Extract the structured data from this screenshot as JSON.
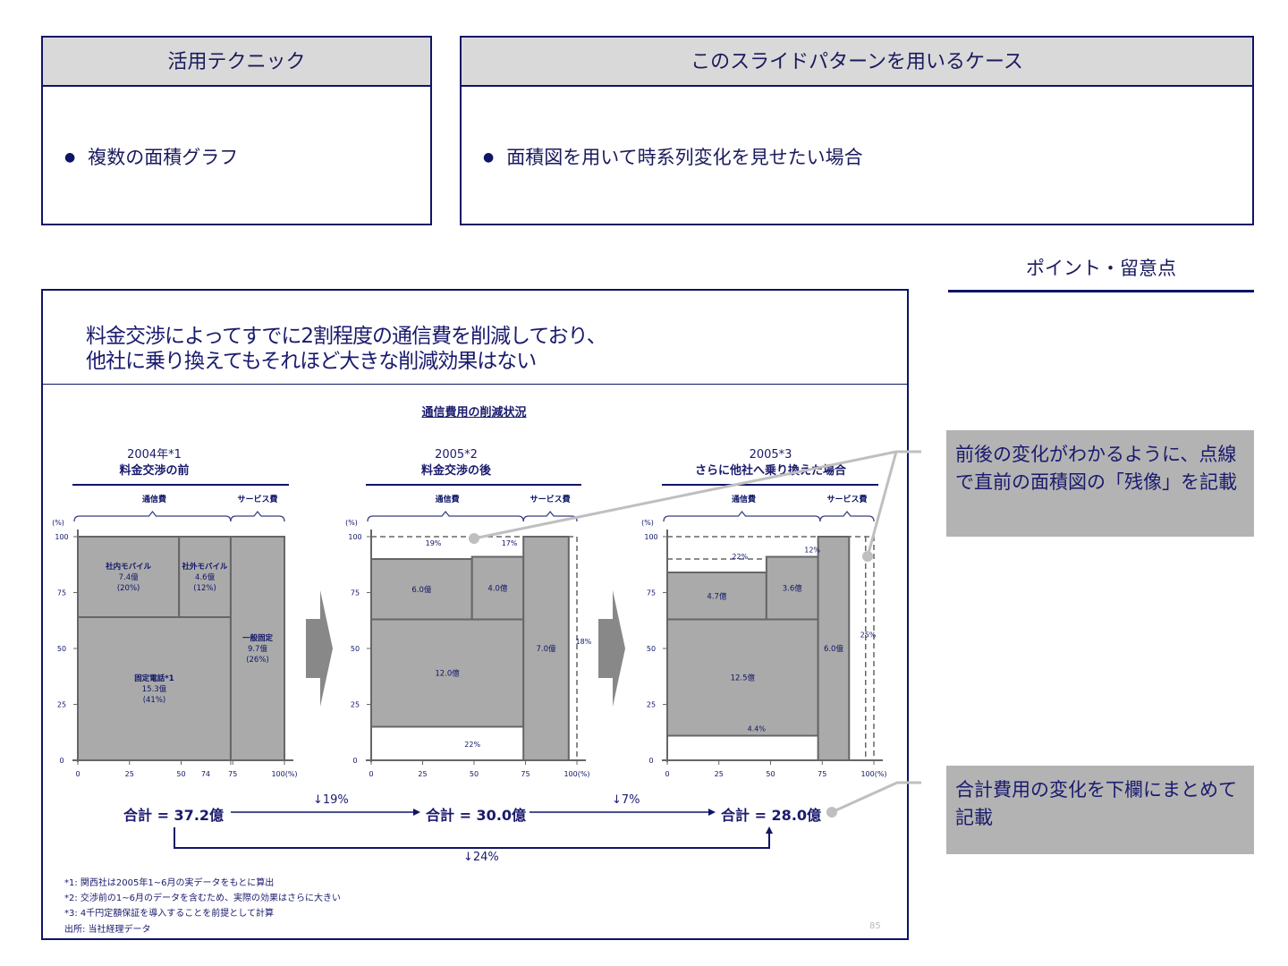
{
  "top_left": {
    "header": "活用テクニック",
    "bullet": "複数の面積グラフ"
  },
  "top_right": {
    "header": "このスライドパターンを用いるケース",
    "bullet": "面積図を用いて時系列変化を見せたい場合"
  },
  "points": {
    "title": "ポイント・留意点",
    "notes": [
      "前後の変化がわかるように、点線で直前の面積図の「残像」を記載",
      "合計費用の変化を下欄にまとめて記載"
    ]
  },
  "slide": {
    "title_line1": "料金交渉によってすでに2割程度の通信費を削減しており、",
    "title_line2": "他社に乗り換えてもそれほど大きな削減効果はない",
    "chart_heading": "通信費用の削減状況",
    "group_labels": [
      "通信費",
      "サービス費"
    ],
    "page_number": "85",
    "totals": [
      "合計 = 37.2億",
      "合計 = 30.0億",
      "合計 = 28.0億"
    ],
    "changes": [
      "↓19%",
      "↓7%",
      "↓24%"
    ],
    "footnotes": [
      "*1: 関西社は2005年1~6月の実データをもとに算出",
      "*2: 交渉前の1~6月のデータを含むため、実際の効果はさらに大きい",
      "*3: 4千円定額保証を導入することを前提として計算",
      "出所: 当社経理データ"
    ]
  },
  "chart_data": [
    {
      "type": "area",
      "title_line1": "2004年*1",
      "title_line2": "料金交渉の前",
      "ylabel": "(%)",
      "xlabel": "(%)",
      "xlim": [
        0,
        100
      ],
      "ylim": [
        0,
        100
      ],
      "xticks": [
        "0",
        "25",
        "50",
        "74",
        "75",
        "100"
      ],
      "yticks": [
        "0",
        "25",
        "50",
        "75",
        "100"
      ],
      "segments": [
        {
          "label": "固定電話*1",
          "value": "15.3億",
          "share": "(41%)",
          "x": [
            0,
            74
          ],
          "y": [
            0,
            64
          ]
        },
        {
          "label": "社内モバイル",
          "value": "7.4億",
          "share": "(20%)",
          "x": [
            0,
            49
          ],
          "y": [
            64,
            100
          ]
        },
        {
          "label": "社外モバイル",
          "value": "4.6億",
          "share": "(12%)",
          "x": [
            49,
            74
          ],
          "y": [
            64,
            100
          ]
        },
        {
          "label": "一般固定",
          "value": "9.7億",
          "share": "(26%)",
          "x": [
            74,
            100
          ],
          "y": [
            0,
            100
          ]
        }
      ]
    },
    {
      "type": "area",
      "title_line1": "2005*2",
      "title_line2": "料金交渉の後",
      "ylabel": "(%)",
      "xlabel": "(%)",
      "xlim": [
        0,
        100
      ],
      "ylim": [
        0,
        100
      ],
      "xticks": [
        "0",
        "25",
        "50",
        "75",
        "100"
      ],
      "yticks": [
        "0",
        "25",
        "50",
        "75",
        "100"
      ],
      "segments": [
        {
          "value": "12.0億",
          "x": [
            0,
            74
          ],
          "y": [
            15,
            63
          ]
        },
        {
          "value": "6.0億",
          "x": [
            0,
            49
          ],
          "y": [
            63,
            90
          ]
        },
        {
          "value": "4.0億",
          "x": [
            49,
            74
          ],
          "y": [
            63,
            91
          ]
        },
        {
          "value": "7.0億",
          "x": [
            74,
            96
          ],
          "y": [
            0,
            100
          ]
        }
      ],
      "reductions": [
        "19%",
        "17%",
        "22%",
        "18%"
      ]
    },
    {
      "type": "area",
      "title_line1": "2005*3",
      "title_line2": "さらに他社へ乗り換えた場合",
      "ylabel": "(%)",
      "xlabel": "(%)",
      "xlim": [
        0,
        100
      ],
      "ylim": [
        0,
        100
      ],
      "xticks": [
        "0",
        "25",
        "50",
        "75",
        "100"
      ],
      "yticks": [
        "0",
        "25",
        "50",
        "75",
        "100"
      ],
      "segments": [
        {
          "value": "12.5億",
          "x": [
            0,
            73
          ],
          "y": [
            11,
            63
          ]
        },
        {
          "value": "4.7億",
          "x": [
            0,
            48
          ],
          "y": [
            63,
            84
          ]
        },
        {
          "value": "3.6億",
          "x": [
            48,
            73
          ],
          "y": [
            63,
            91
          ]
        },
        {
          "value": "6.0億",
          "x": [
            73,
            88
          ],
          "y": [
            0,
            100
          ]
        }
      ],
      "reductions": [
        "22%",
        "12%",
        "4.4%",
        "25%"
      ]
    }
  ],
  "colors": {
    "navy": "#0e1566",
    "fill": "#aaaaaa",
    "note_bg": "#b3b3b3",
    "header_bg": "#d9d9d9"
  }
}
